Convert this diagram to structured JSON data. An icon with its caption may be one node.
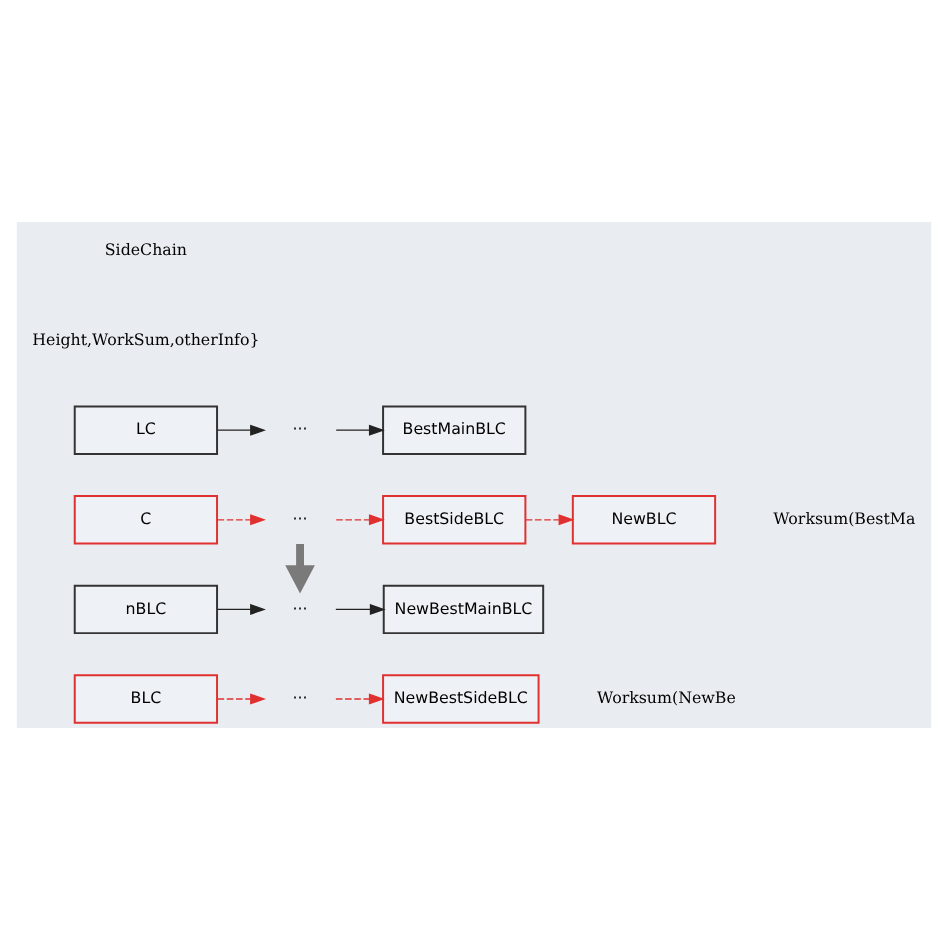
{
  "diagram": {
    "nodes": [
      {
        "text": [
          "LC"
        ]
      },
      {
        "text": [
          "···"
        ]
      },
      {
        "text": [
          "BestMainBLC"
        ]
      },
      {
        "text": [
          "C"
        ]
      },
      {
        "text": [
          "···"
        ]
      },
      {
        "text": [
          "BestSideBLC"
        ]
      },
      {
        "text": [
          "NewBLC"
        ]
      },
      {
        "text": [
          "nBLC"
        ]
      },
      {
        "text": [
          "···"
        ]
      },
      {
        "text": [
          "NewBestMainBLC"
        ]
      },
      {
        "text": [
          "BLC"
        ]
      },
      {
        "text": [
          "···"
        ]
      },
      {
        "text": [
          "NewBestSideBLC"
        ]
      }
    ],
    "edges": [
      {
        "from": 0,
        "to": 1,
        "arrow": "to",
        "color": "#222222"
      },
      {
        "from": 1,
        "to": 2,
        "arrow": "to",
        "color": "#222222"
      },
      {
        "from": 3,
        "to": 4,
        "arrow": "to",
        "style": "dashed"
      },
      {
        "from": 4,
        "to": 5,
        "arrow": "to",
        "style": "dashed"
      },
      {
        "from": 5,
        "to": 6,
        "arrow": "to",
        "style": "dashed"
      },
      {
        "from": 4,
        "to": 8,
        "arrow": "to",
        "style": "thick",
        "color": "#7a7a7a"
      },
      {
        "from": 7,
        "to": 8,
        "arrow": "to",
        "color": "#222222"
      },
      {
        "from": 8,
        "to": 9,
        "arrow": "to",
        "color": "#222222"
      },
      {
        "from": 10,
        "to": 11,
        "arrow": "to",
        "style": "dashed"
      },
      {
        "from": 11,
        "to": 12,
        "arrow": "to",
        "style": "dashed"
      }
    ],
    "labels": [
      "SideChain",
      "Height,WorkSum,otherInfo}",
      "Worksum(BestMa",
      "Worksum(NewBe"
    ]
  }
}
